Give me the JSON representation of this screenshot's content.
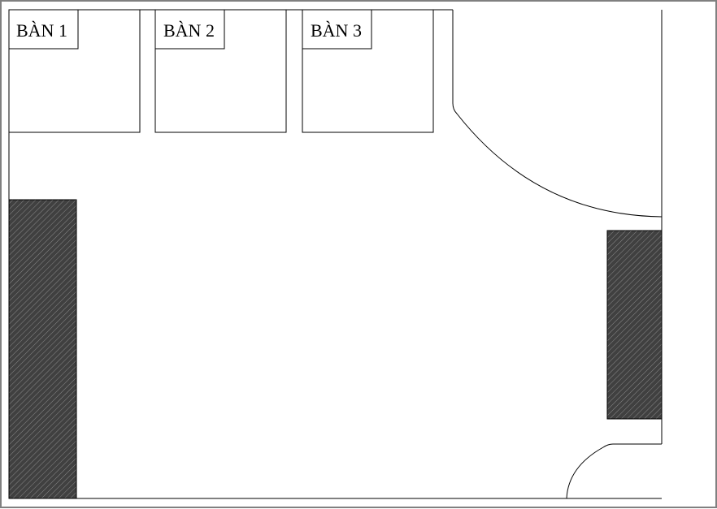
{
  "diagram": {
    "tables": [
      {
        "label": "BÀN 1"
      },
      {
        "label": "BÀN 2"
      },
      {
        "label": "BÀN 3"
      }
    ],
    "colors": {
      "line": "#000000",
      "frame": "#808080",
      "hatch_fill": "#404040",
      "hatch_line": "#8a8a8a",
      "background": "#ffffff"
    }
  }
}
